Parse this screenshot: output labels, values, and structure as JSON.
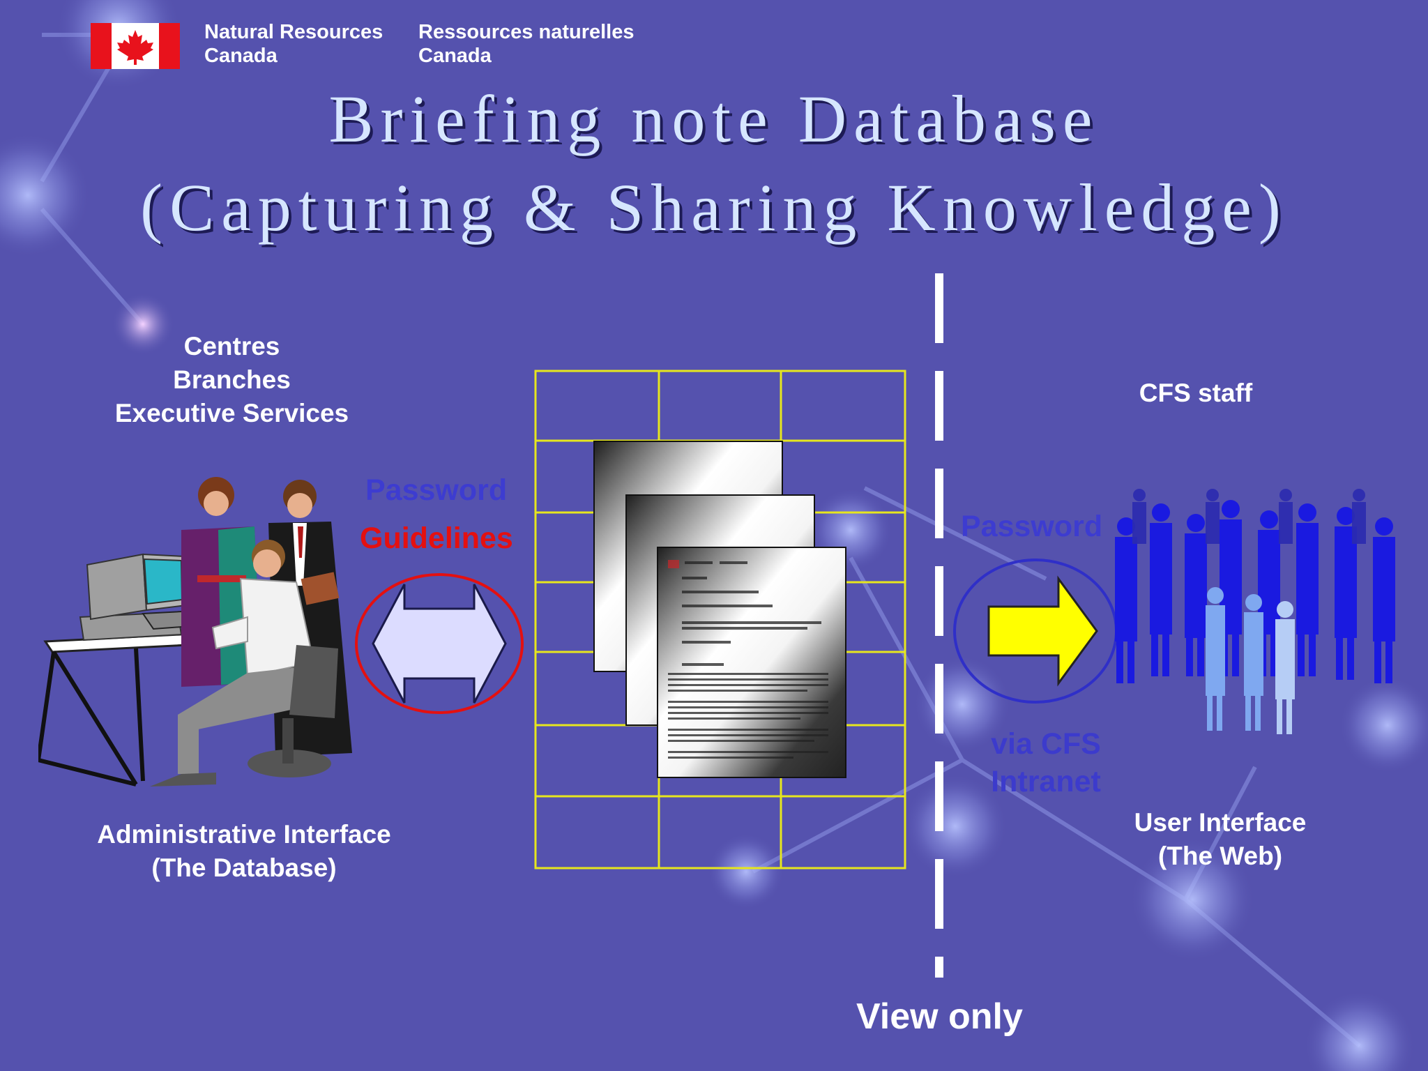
{
  "header": {
    "org_en_line1": "Natural Resources",
    "org_en_line2": "Canada",
    "org_fr_line1": "Ressources naturelles",
    "org_fr_line2": "Canada",
    "flag_icon": "canada-flag-icon"
  },
  "title": {
    "line1": "Briefing note Database",
    "line2": "(Capturing & Sharing Knowledge)"
  },
  "left": {
    "groups": [
      "Centres",
      "Branches",
      "Executive Services"
    ],
    "password": "Password",
    "guidelines": "Guidelines",
    "interface_line1": "Administrative Interface",
    "interface_line2": "(The Database)"
  },
  "right": {
    "audience": "CFS staff",
    "password": "Password",
    "via_line1": "via CFS",
    "via_line2": "Intranet",
    "interface_line1": "User Interface",
    "interface_line2": "(The Web)"
  },
  "divider_caption": "View only",
  "colors": {
    "background": "#5552ae",
    "grid": "#e6e61e",
    "guidelines": "#e41010",
    "password": "#3d3cd0",
    "arrow_right": "#ffff00",
    "people": "#1a1ae0"
  }
}
